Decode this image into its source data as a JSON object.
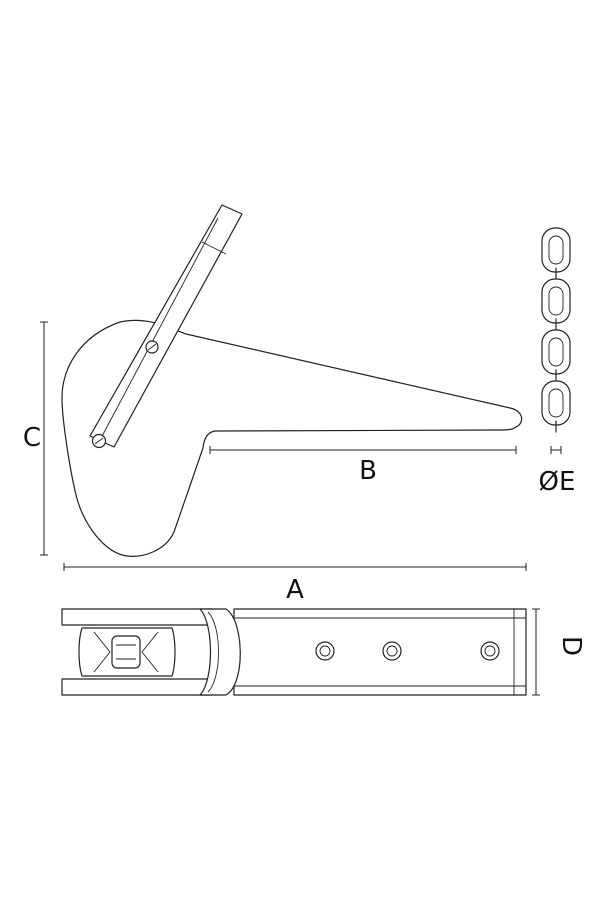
{
  "drawing": {
    "labels": {
      "a": "A",
      "b": "B",
      "c": "C",
      "d": "D",
      "e": "ØE"
    },
    "line_color": "#222222",
    "background": "#ffffff"
  }
}
